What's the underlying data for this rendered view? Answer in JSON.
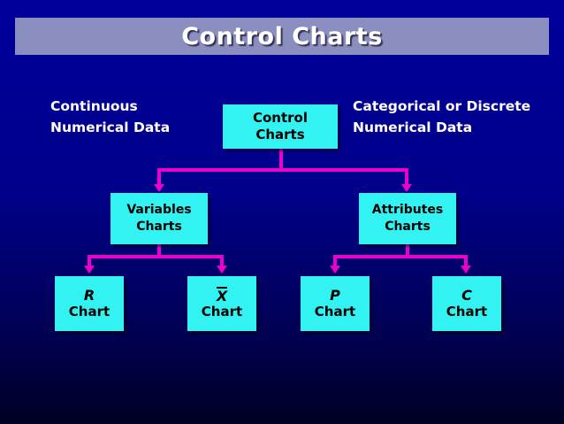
{
  "slide": {
    "title": "Control Charts",
    "background_color": "#00009c",
    "title_bar_color": "#8a8fc0",
    "box_color": "#33f2f2",
    "connector_color": "#ee00cc"
  },
  "captions": {
    "left": "Continuous\nNumerical Data",
    "right": "Categorical or Discrete\nNumerical Data"
  },
  "nodes": {
    "root": {
      "line1": "Control",
      "line2": "Charts"
    },
    "variables": {
      "line1": "Variables",
      "line2": "Charts"
    },
    "attributes": {
      "line1": "Attributes",
      "line2": "Charts"
    },
    "r_chart": {
      "line1": "R",
      "line2": "Chart"
    },
    "xbar_chart": {
      "line1": "X",
      "line2": "Chart"
    },
    "p_chart": {
      "line1": "P",
      "line2": "Chart"
    },
    "c_chart": {
      "line1": "C",
      "line2": "Chart"
    }
  },
  "chart_data": {
    "type": "table",
    "title": "Control Charts",
    "hierarchy": [
      {
        "id": "root",
        "label": "Control Charts",
        "parent": null
      },
      {
        "id": "variables",
        "label": "Variables Charts",
        "parent": "root",
        "note": "Continuous Numerical Data"
      },
      {
        "id": "attributes",
        "label": "Attributes Charts",
        "parent": "root",
        "note": "Categorical or Discrete Numerical Data"
      },
      {
        "id": "r_chart",
        "label": "R Chart",
        "parent": "variables"
      },
      {
        "id": "xbar_chart",
        "label": "X-bar Chart",
        "parent": "variables"
      },
      {
        "id": "p_chart",
        "label": "P Chart",
        "parent": "attributes"
      },
      {
        "id": "c_chart",
        "label": "C Chart",
        "parent": "attributes"
      }
    ]
  }
}
